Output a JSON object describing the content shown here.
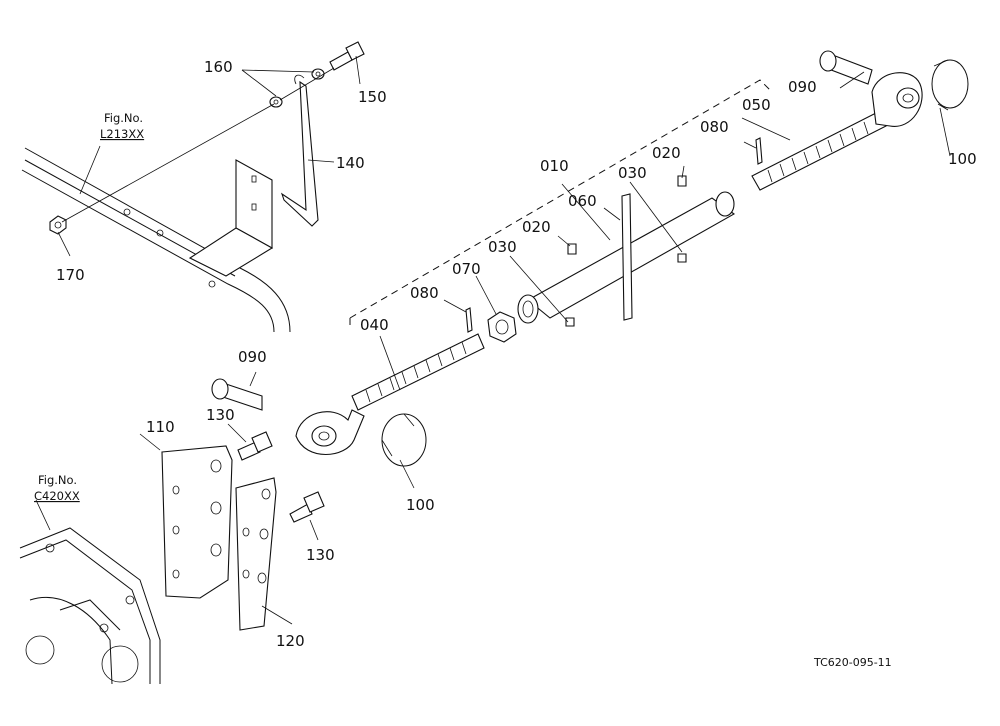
{
  "references": [
    {
      "id": "ref-l213",
      "line1": "Fig.No.",
      "line2": "L213XX"
    },
    {
      "id": "ref-c420",
      "line1": "Fig.No.",
      "line2": "C420XX"
    }
  ],
  "callouts": {
    "c010": "010",
    "c020a": "020",
    "c020b": "020",
    "c030a": "030",
    "c030b": "030",
    "c040": "040",
    "c050": "050",
    "c060": "060",
    "c070": "070",
    "c080a": "080",
    "c080b": "080",
    "c090a": "090",
    "c090b": "090",
    "c100a": "100",
    "c100b": "100",
    "c110": "110",
    "c120": "120",
    "c130a": "130",
    "c130b": "130",
    "c140": "140",
    "c150": "150",
    "c160": "160",
    "c170": "170"
  },
  "drawing_code": "TC620-095-11"
}
